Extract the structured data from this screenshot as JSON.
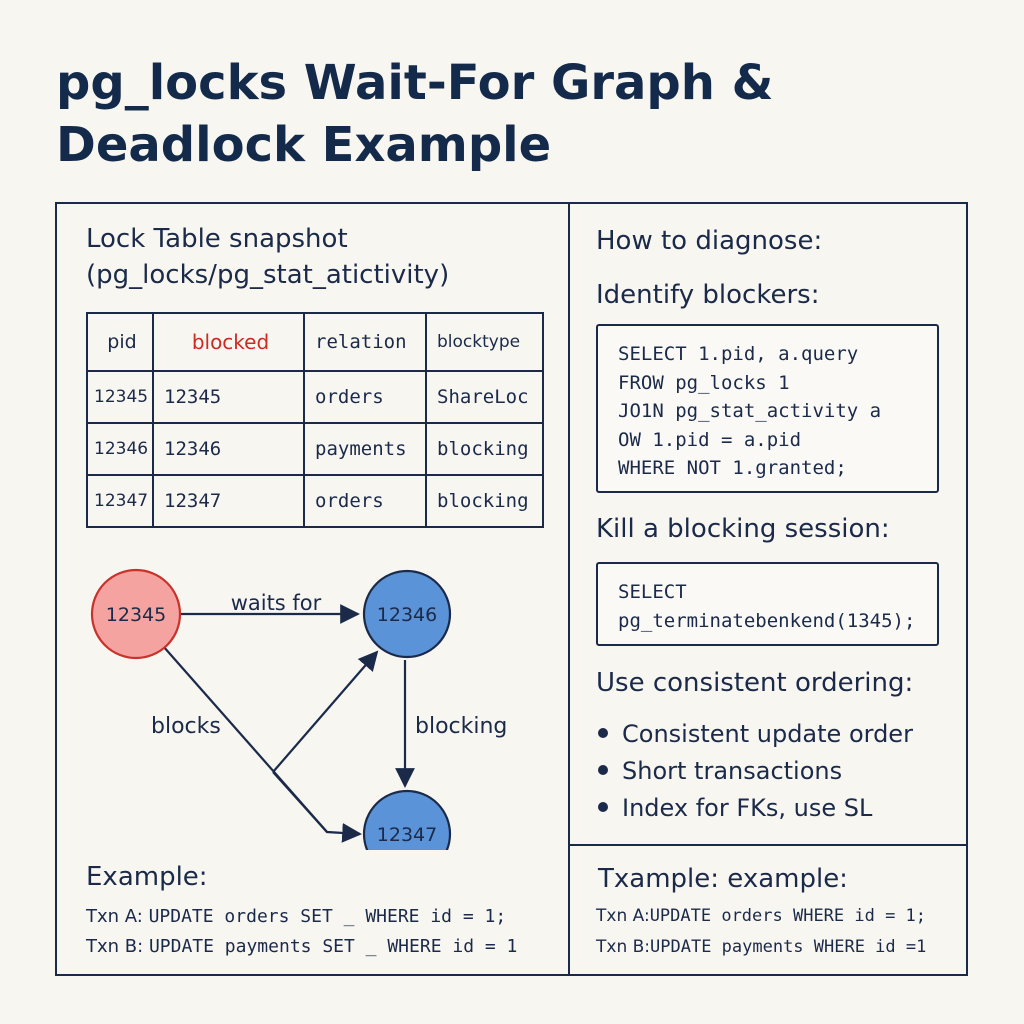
{
  "title": "pg_locks Wait-For Graph & Deadlock Example",
  "left": {
    "heading_line1": "Lock Table snapshot",
    "heading_line2": "(pg_locks/pg_stat_atictivity)",
    "table": {
      "headers": [
        "pid",
        "blocked",
        "relation",
        "blocktype"
      ],
      "rows": [
        [
          "12345",
          "12345",
          "orders",
          "ShareLoc"
        ],
        [
          "12346",
          "12346",
          "payments",
          "blocking"
        ],
        [
          "12347",
          "12347",
          "orders",
          "blocking"
        ]
      ]
    },
    "graph": {
      "nodes": [
        {
          "id": "12345",
          "color": "#f4a3a0",
          "stroke": "#c8322a"
        },
        {
          "id": "12346",
          "color": "#5b93d9",
          "stroke": "#1b2a49"
        },
        {
          "id": "12347",
          "color": "#5b93d9",
          "stroke": "#1b2a49"
        }
      ],
      "edge_labels": {
        "waits_for": "waits for",
        "blocks": "blocks",
        "blocking": "blocking"
      }
    },
    "example": {
      "heading": "Example:",
      "txn_a_label": "Txn A:",
      "txn_a_sql": "UPDATE orders SET _ WHERE id = 1;",
      "txn_b_label": "Txn B:",
      "txn_b_sql": "UPDATE payments SET _ WHERE id = 1"
    }
  },
  "right": {
    "diagnose_heading": "How to diagnose:",
    "identify_heading": "Identify blockers:",
    "identify_sql": [
      "SELECT 1.pid, a.query",
      "FROW pg_locks 1",
      "JO1N pg_stat_activity a",
      "OW 1.pid = a.pid",
      "WHERE NOT 1.granted;"
    ],
    "kill_heading": "Kill a blocking session:",
    "kill_sql": [
      "SELECT",
      "pg_terminatebenkend(1345);"
    ],
    "ordering_heading": "Use consistent ordering:",
    "bullets": [
      "Consistent update order",
      "Short transactions",
      "Index for FKs, use SL"
    ],
    "example": {
      "heading": "Txample: example:",
      "txn_a_label": "Txn A:",
      "txn_a_sql": "UPDATE orders WHERE id = 1;",
      "txn_b_label": "Txn B:",
      "txn_b_sql": "UPDATE payments WHERE id =1"
    }
  },
  "colors": {
    "ink": "#1b2a49",
    "accent_red": "#cc2a22",
    "node_blue": "#5b93d9",
    "node_red": "#f4a3a0"
  }
}
